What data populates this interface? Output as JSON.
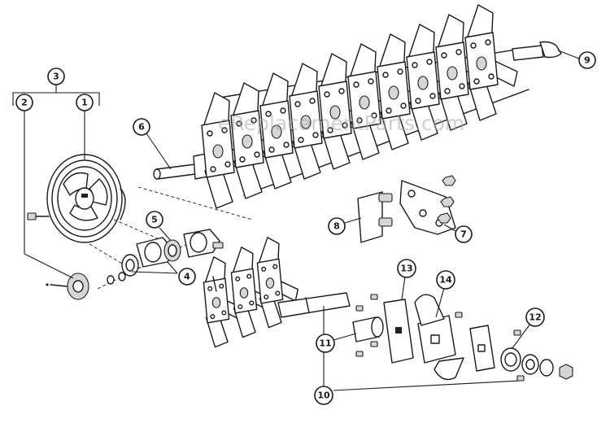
{
  "watermark": "eReplacementParts.com",
  "callouts": [
    {
      "label": "1"
    },
    {
      "label": "2"
    },
    {
      "label": "3"
    },
    {
      "label": "4"
    },
    {
      "label": "5"
    },
    {
      "label": "6"
    },
    {
      "label": "7"
    },
    {
      "label": "8"
    },
    {
      "label": "9"
    },
    {
      "label": "10"
    },
    {
      "label": "11"
    },
    {
      "label": "12"
    },
    {
      "label": "13"
    },
    {
      "label": "14"
    }
  ]
}
